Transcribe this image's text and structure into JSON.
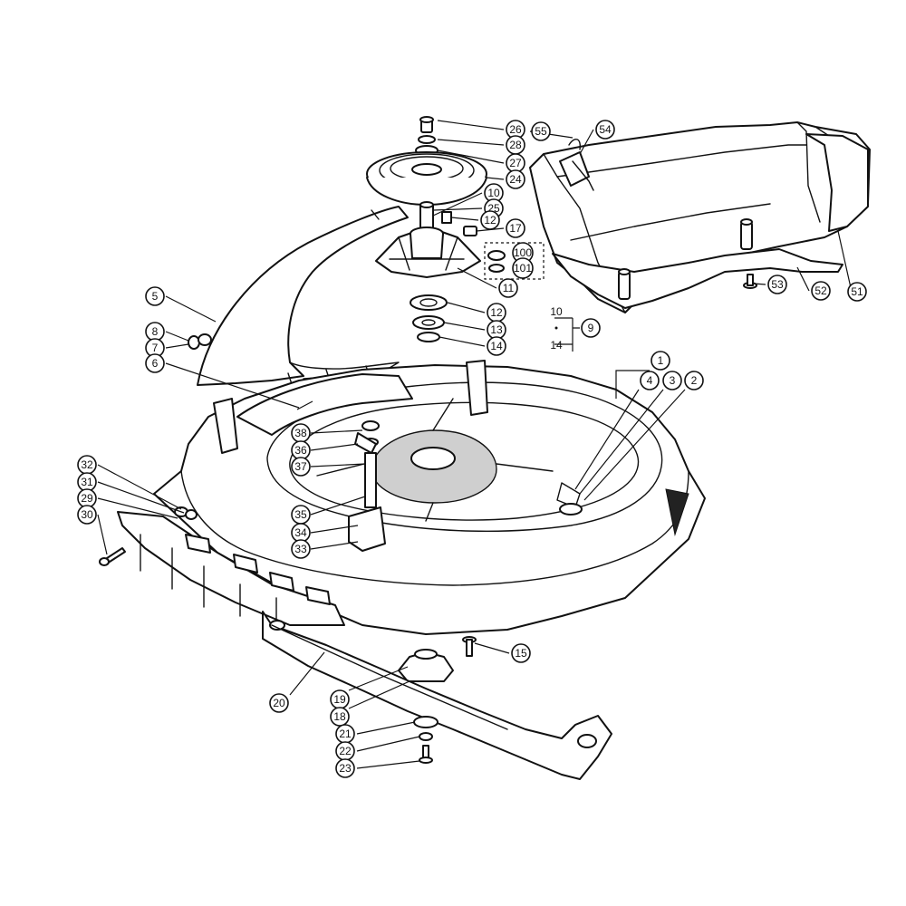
{
  "diagram": {
    "callouts": [
      {
        "id": "26",
        "label": "26"
      },
      {
        "id": "55",
        "label": "55"
      },
      {
        "id": "54",
        "label": "54"
      },
      {
        "id": "28",
        "label": "28"
      },
      {
        "id": "27",
        "label": "27"
      },
      {
        "id": "24",
        "label": "24"
      },
      {
        "id": "10a",
        "label": "10"
      },
      {
        "id": "25",
        "label": "25"
      },
      {
        "id": "12a",
        "label": "12"
      },
      {
        "id": "17",
        "label": "17"
      },
      {
        "id": "100",
        "label": "100"
      },
      {
        "id": "101",
        "label": "101"
      },
      {
        "id": "11",
        "label": "11"
      },
      {
        "id": "12b",
        "label": "12"
      },
      {
        "id": "13",
        "label": "13"
      },
      {
        "id": "14a",
        "label": "14"
      },
      {
        "id": "9",
        "label": "9"
      },
      {
        "id": "5",
        "label": "5"
      },
      {
        "id": "8",
        "label": "8"
      },
      {
        "id": "7",
        "label": "7"
      },
      {
        "id": "6",
        "label": "6"
      },
      {
        "id": "53",
        "label": "53"
      },
      {
        "id": "52",
        "label": "52"
      },
      {
        "id": "51",
        "label": "51"
      },
      {
        "id": "1",
        "label": "1"
      },
      {
        "id": "4",
        "label": "4"
      },
      {
        "id": "3",
        "label": "3"
      },
      {
        "id": "2",
        "label": "2"
      },
      {
        "id": "38",
        "label": "38"
      },
      {
        "id": "36",
        "label": "36"
      },
      {
        "id": "37",
        "label": "37"
      },
      {
        "id": "35",
        "label": "35"
      },
      {
        "id": "34",
        "label": "34"
      },
      {
        "id": "33",
        "label": "33"
      },
      {
        "id": "32",
        "label": "32"
      },
      {
        "id": "31",
        "label": "31"
      },
      {
        "id": "29",
        "label": "29"
      },
      {
        "id": "30",
        "label": "30"
      },
      {
        "id": "15",
        "label": "15"
      },
      {
        "id": "20",
        "label": "20"
      },
      {
        "id": "19",
        "label": "19"
      },
      {
        "id": "18",
        "label": "18"
      },
      {
        "id": "21",
        "label": "21"
      },
      {
        "id": "22",
        "label": "22"
      },
      {
        "id": "23",
        "label": "23"
      }
    ],
    "group_labels": {
      "kit_top": "10",
      "kit_bottom": "14"
    }
  }
}
